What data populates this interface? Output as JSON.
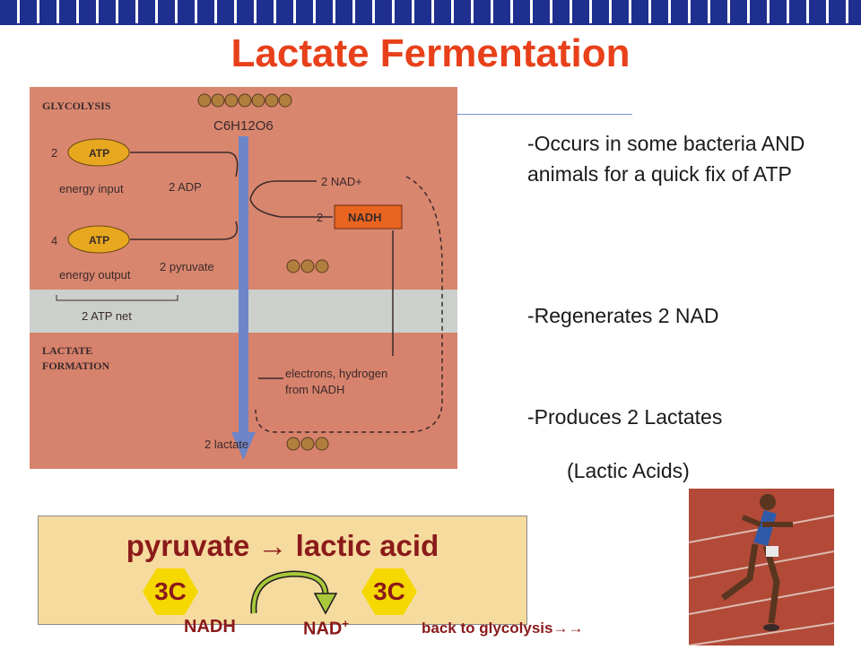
{
  "title": "Lactate Fermentation",
  "diagram": {
    "section_glycolysis": "GLYCOLYSIS",
    "section_lactate_line1": "LACTATE",
    "section_lactate_line2": "FORMATION",
    "glucose_formula": "C6H12O6",
    "atp_top_count": "2",
    "atp_label": "ATP",
    "energy_input": "energy input",
    "adp_label": "2 ADP",
    "nad_label": "2 NAD+",
    "nadh_count": "2",
    "nadh_label": "NADH",
    "atp_bottom_count": "4",
    "energy_output": "energy output",
    "pyruvate_label": "2 pyruvate",
    "net_label": "2 ATP net",
    "electrons_line1": "electrons, hydrogen",
    "electrons_line2": "from NADH",
    "lactate_label": "2 lactate"
  },
  "bullets": {
    "b1": "-Occurs in some bacteria AND animals for a quick fix of ATP",
    "b2": "-Regenerates 2 NAD",
    "b3": "-Produces 2 Lactates",
    "b4": "(Lactic Acids)"
  },
  "equation": {
    "text": "pyruvate → lactic acid",
    "left_hex": "3C",
    "right_hex": "3C",
    "nadh": "NADH",
    "nad": "NAD",
    "nad_sup": "+",
    "back": "back to glycolysis→→"
  },
  "colors": {
    "title": "#e8401a",
    "bar": "#1f2f8f",
    "equation_bg": "#f6db9e",
    "equation_text": "#8b1a1a",
    "hex": "#f5d800"
  }
}
